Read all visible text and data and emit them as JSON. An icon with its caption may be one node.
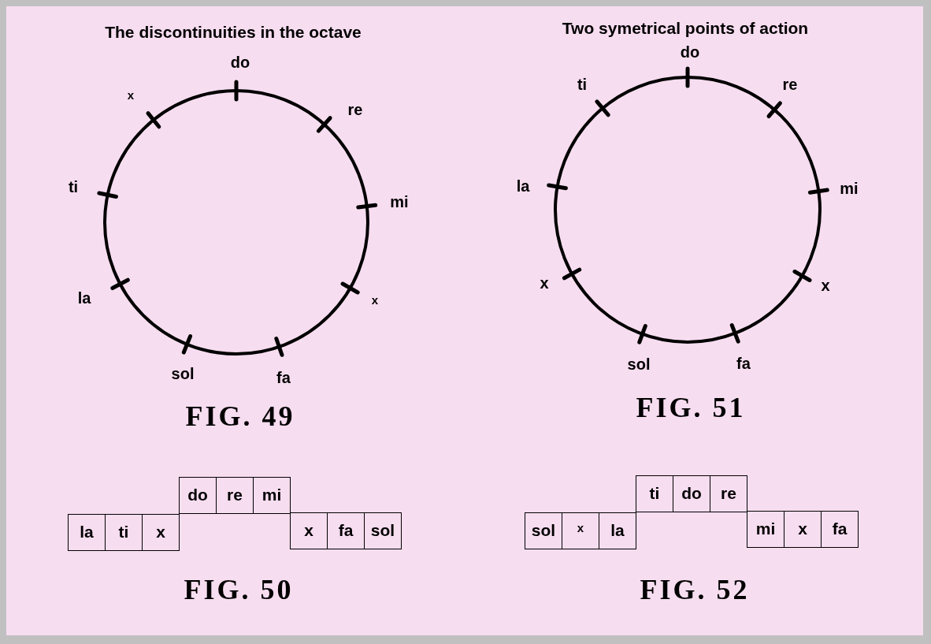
{
  "diagram": {
    "nodes": [
      {
        "text": [
          "la"
        ]
      },
      {
        "text": [
          "ti"
        ]
      },
      {
        "text": [
          "x"
        ]
      },
      {
        "text": [
          "do"
        ]
      },
      {
        "text": [
          "re"
        ]
      },
      {
        "text": [
          "mi"
        ]
      },
      {
        "text": [
          "x"
        ]
      },
      {
        "text": [
          "fa"
        ]
      },
      {
        "text": [
          "sol"
        ]
      },
      {
        "text": [
          "sol"
        ]
      },
      {
        "text": [
          "x"
        ]
      },
      {
        "text": [
          "la"
        ]
      },
      {
        "text": [
          "ti"
        ]
      },
      {
        "text": [
          "do"
        ]
      },
      {
        "text": [
          "re"
        ]
      },
      {
        "text": [
          "mi"
        ]
      },
      {
        "text": [
          "x"
        ]
      },
      {
        "text": [
          "fa"
        ]
      }
    ],
    "labels": [
      "The discontinuities in the octave",
      "do",
      "re",
      "mi",
      "x",
      "fa",
      "sol",
      "la",
      "ti",
      "x",
      "FIG. 49",
      "Two symetrical points of action",
      "do",
      "re",
      "mi",
      "x",
      "fa",
      "sol",
      "x",
      "la",
      "ti",
      "FIG. 51",
      "FIG. 50",
      "FIG. 52"
    ]
  }
}
